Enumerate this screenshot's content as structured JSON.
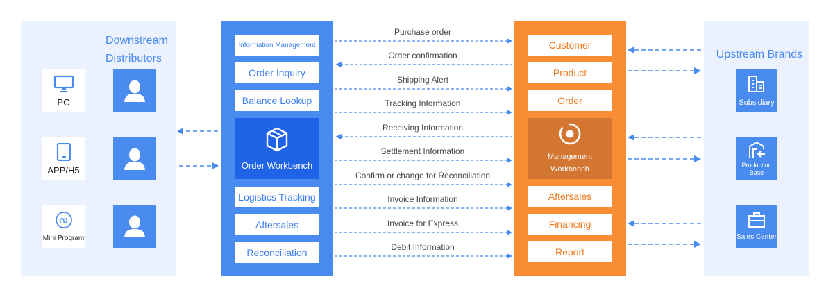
{
  "downstream": {
    "title_line1": "Downstream",
    "title_line2": "Distributors",
    "clients": [
      {
        "label": "PC",
        "icon": "monitor-icon"
      },
      {
        "label": "APP/H5",
        "icon": "tablet-icon"
      },
      {
        "label": "Mini Program",
        "icon": "mini-program-icon"
      }
    ]
  },
  "order_system": {
    "items_top": [
      "Information Management",
      "Order Inquiry",
      "Balance Lookup"
    ],
    "workbench_label": "Order Workbench",
    "items_bottom": [
      "Logistics Tracking",
      "Aftersales",
      "Reconciliation"
    ]
  },
  "flows": [
    "Purchase order",
    "Order confirmation",
    "Shipping Alert",
    "Tracking Information",
    "Receiving Information",
    "Settlement Information",
    "Confirm or change for Reconciliation",
    "Invoice Information",
    "Invoice for Express",
    "Debit Information"
  ],
  "management_system": {
    "items_top": [
      "Customer",
      "Product",
      "Order"
    ],
    "workbench_line1": "Management",
    "workbench_line2": "Workbench",
    "items_bottom": [
      "Aftersales",
      "Financing",
      "Report"
    ]
  },
  "upstream": {
    "title": "Upstream Brands",
    "brands": [
      {
        "label": "Subsidiary",
        "icon": "building-icon"
      },
      {
        "label_line1": "Production",
        "label_line2": "Base",
        "icon": "factory-icon"
      },
      {
        "label": "Sales Center",
        "icon": "briefcase-icon"
      }
    ]
  },
  "colors": {
    "blue": "#4a8bf0",
    "dark_blue": "#1f63e6",
    "orange": "#f98d36",
    "dark_orange": "#d27631",
    "light_panel": "#ebf2fd"
  }
}
